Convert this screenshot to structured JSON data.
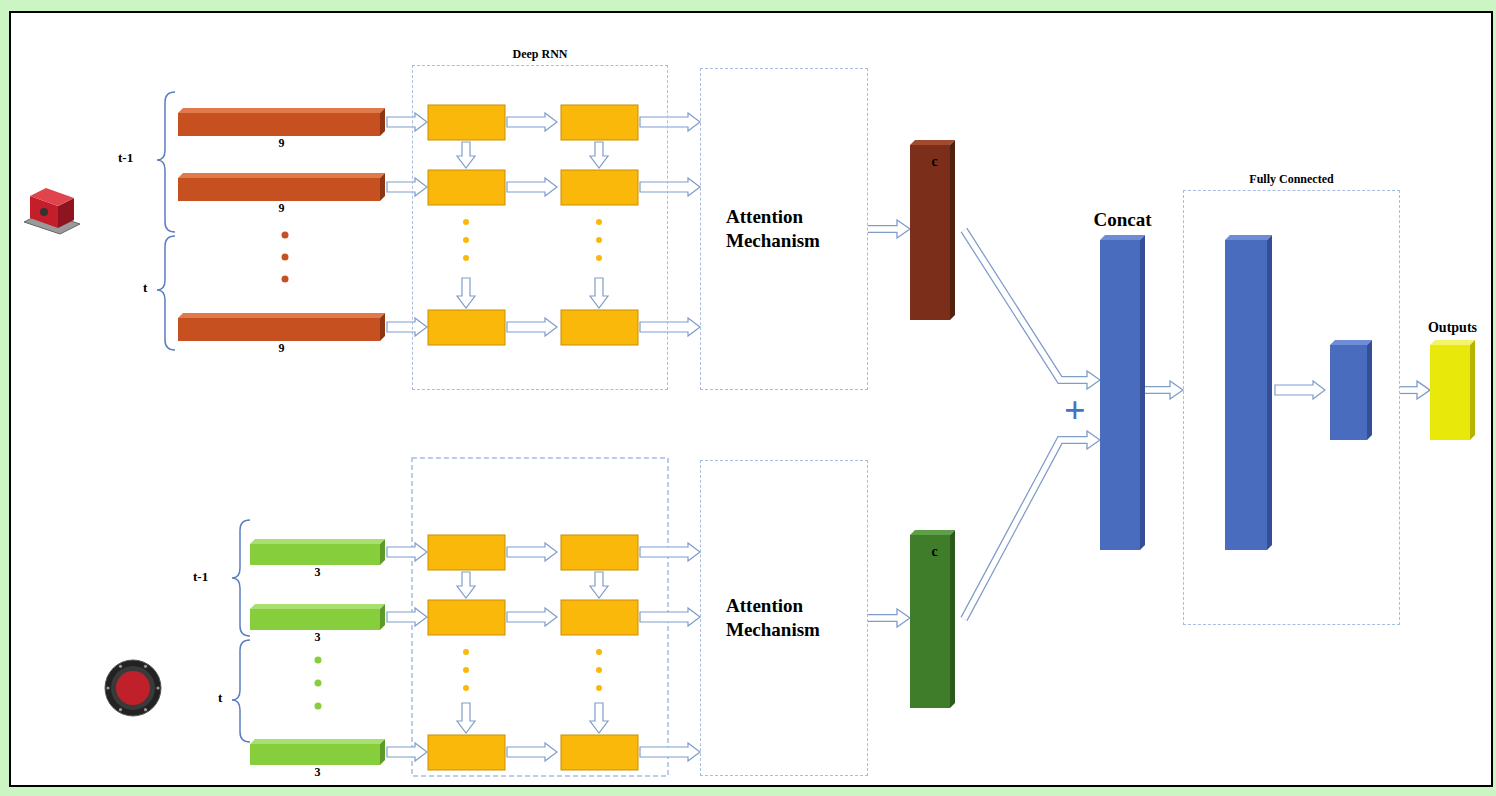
{
  "diagram": {
    "nodes": [
      {
        "text": [
          "9"
        ]
      },
      {
        "text": [
          "9"
        ]
      },
      {
        "text": [
          "9"
        ]
      },
      {
        "text": [
          "Deep RNN"
        ]
      },
      {
        "text": [
          "Attention Mechanism"
        ]
      },
      {
        "text": [
          "c"
        ]
      },
      {
        "text": [
          "3"
        ]
      },
      {
        "text": [
          "3"
        ]
      },
      {
        "text": [
          "3"
        ]
      },
      {
        "text": [
          "Attention Mechanism"
        ]
      },
      {
        "text": [
          "c"
        ]
      },
      {
        "text": [
          "Concat"
        ]
      },
      {
        "text": [
          "Fully Connected"
        ]
      },
      {
        "text": [
          "Outputs"
        ]
      }
    ],
    "edges": [
      {
        "from": 4,
        "to": 5,
        "arrow": "to"
      },
      {
        "from": 9,
        "to": 10,
        "arrow": "to"
      },
      {
        "from": 5,
        "to": 11,
        "arrow": "to"
      },
      {
        "from": 10,
        "to": 11,
        "arrow": "to"
      },
      {
        "from": 11,
        "to": 12,
        "arrow": "to"
      },
      {
        "from": 12,
        "to": 13,
        "arrow": "to"
      }
    ],
    "labels": [
      "t-1",
      "t",
      "t-1",
      "t",
      "+"
    ]
  }
}
